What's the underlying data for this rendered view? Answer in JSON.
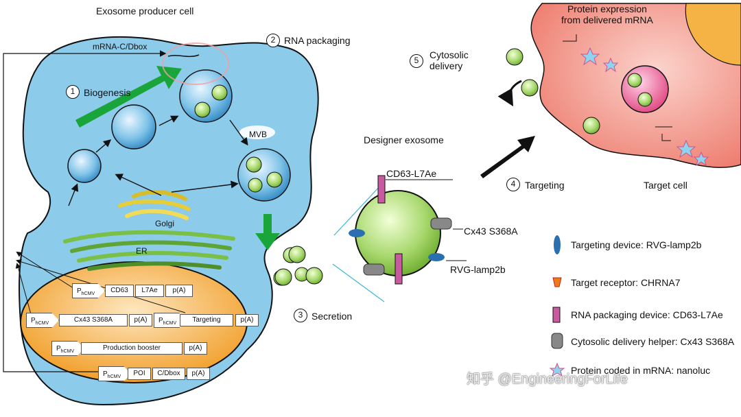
{
  "titles": {
    "producer_cell": "Exosome producer cell",
    "protein_expression": "Protein expression\nfrom delivered mRNA",
    "designer_exosome": "Designer exosome",
    "target_cell": "Target cell"
  },
  "steps": [
    {
      "num": "1",
      "label": "Biogenesis"
    },
    {
      "num": "2",
      "label": "RNA packaging"
    },
    {
      "num": "3",
      "label": "Secretion"
    },
    {
      "num": "4",
      "label": "Targeting"
    },
    {
      "num": "5",
      "label": "Cytosolic\ndelivery"
    }
  ],
  "organelles": {
    "mvb": "MVB",
    "golgi": "Golgi",
    "er": "ER",
    "mrna": "mRNA-C/Dbox"
  },
  "exosome_labels": {
    "cd63": "CD63-L7Ae",
    "cx43": "Cx43 S368A",
    "rvg": "RVG-lamp2b"
  },
  "constructs": [
    {
      "promoter": "P",
      "promoter_sub": "hCMV",
      "parts": [
        "CD63",
        "L7Ae",
        "p(A)"
      ]
    },
    {
      "promoter": "P",
      "promoter_sub": "hCMV",
      "parts": [
        "Cx43 S368A",
        "p(A)"
      ]
    },
    {
      "promoter": "P",
      "promoter_sub": "hCMV",
      "parts": [
        "Targeting",
        "p(A)"
      ]
    },
    {
      "promoter": "P",
      "promoter_sub": "hCMV",
      "parts": [
        "Production booster",
        "p(A)"
      ]
    },
    {
      "promoter": "P",
      "promoter_sub": "hCMV",
      "parts": [
        "POI",
        "C/Dbox",
        "p(A)"
      ]
    }
  ],
  "legend": [
    {
      "icon": "targeting-device-icon",
      "text": "Targeting device: RVG-lamp2b"
    },
    {
      "icon": "target-receptor-icon",
      "text": "Target receptor: CHRNA7"
    },
    {
      "icon": "rna-packaging-device-icon",
      "text": "RNA packaging device: CD63-L7Ae"
    },
    {
      "icon": "cytosolic-delivery-helper-icon",
      "text": "Cytosolic delivery helper: Cx43 S368A"
    },
    {
      "icon": "protein-coded-icon",
      "text": "Protein coded in mRNA: nanoluc"
    }
  ],
  "watermark": "知乎 @EngineeringForLife",
  "colors": {
    "cell": "#8ccbea",
    "nucleus": "#f5a623",
    "exosome": "#a8d86e",
    "target_cell": "#f2867a",
    "arrow_green": "#1aa53a"
  }
}
